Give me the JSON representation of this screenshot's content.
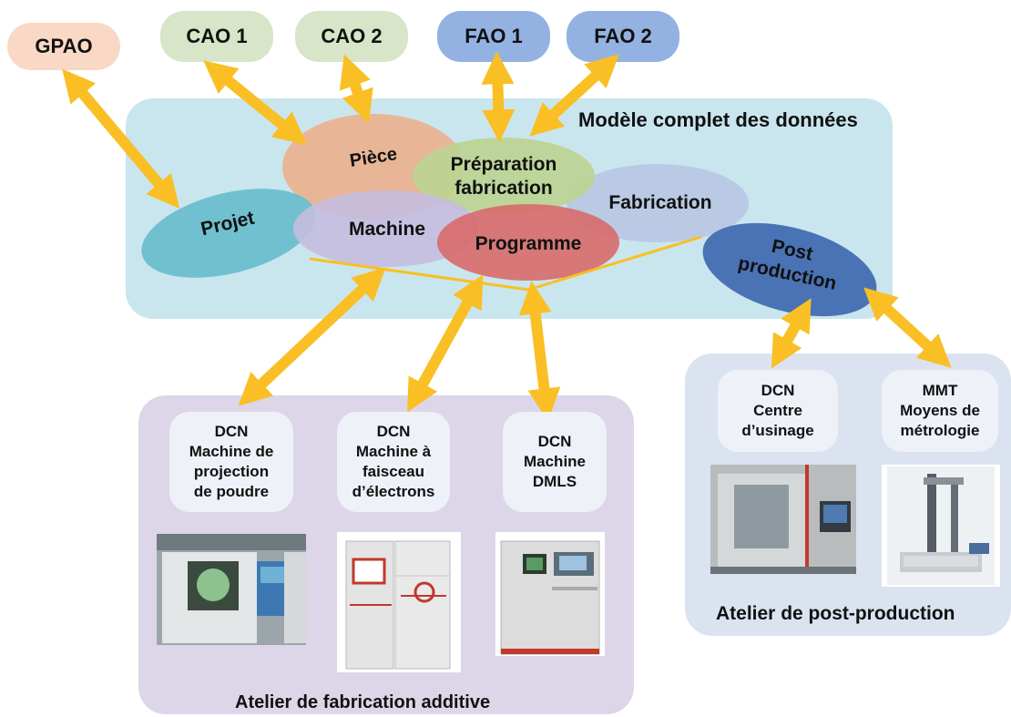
{
  "external_systems": {
    "gpao": "GPAO",
    "cao1": "CAO 1",
    "cao2": "CAO 2",
    "fao1": "FAO 1",
    "fao2": "FAO 2"
  },
  "data_model": {
    "title": "Modèle complet des données",
    "nodes": {
      "piece": "Pièce",
      "preparation_line1": "Préparation",
      "preparation_line2": "fabrication",
      "fabrication": "Fabrication",
      "projet": "Projet",
      "machine": "Machine",
      "programme": "Programme",
      "post_line1": "Post",
      "post_line2": "production"
    }
  },
  "additive_workshop": {
    "title": "Atelier de fabrication additive",
    "machines": [
      {
        "lines": [
          "DCN",
          "Machine de",
          "projection",
          "de poudre"
        ]
      },
      {
        "lines": [
          "DCN",
          "Machine à",
          "faisceau",
          "d’électrons"
        ]
      },
      {
        "lines": [
          "DCN",
          "Machine",
          "DMLS"
        ]
      }
    ]
  },
  "post_workshop": {
    "title": "Atelier de post-production",
    "machines": [
      {
        "lines": [
          "DCN",
          "Centre",
          "d’usinage"
        ]
      },
      {
        "lines": [
          "MMT",
          "Moyens de",
          "métrologie"
        ]
      }
    ]
  },
  "colors": {
    "arrow": "#f9bf24",
    "model_bg": "#c9e6ee",
    "additive_bg": "#ddd6e8",
    "post_bg": "#dbe3f1",
    "gpao": "#f9d9c5",
    "cao": "#d8e5c8",
    "fao": "#93b2e2",
    "piece": "#eab28e",
    "preparation": "#bcd393",
    "fabrication": "#b9c8e3",
    "projet": "#6dbecd",
    "machine": "#c5bddf",
    "programme": "#d86a6a",
    "post": "#4a73b5"
  }
}
